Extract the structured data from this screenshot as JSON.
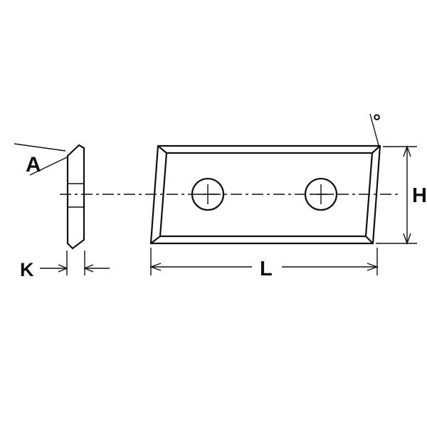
{
  "diagram": {
    "type": "technical-drawing-insert-knife",
    "labels": {
      "face": "A",
      "thickness": "K",
      "length": "L",
      "height": "H",
      "angle": "°"
    },
    "colors": {
      "fill": "#d2d2d2",
      "line": "#111111",
      "background": "#ffffff"
    }
  }
}
